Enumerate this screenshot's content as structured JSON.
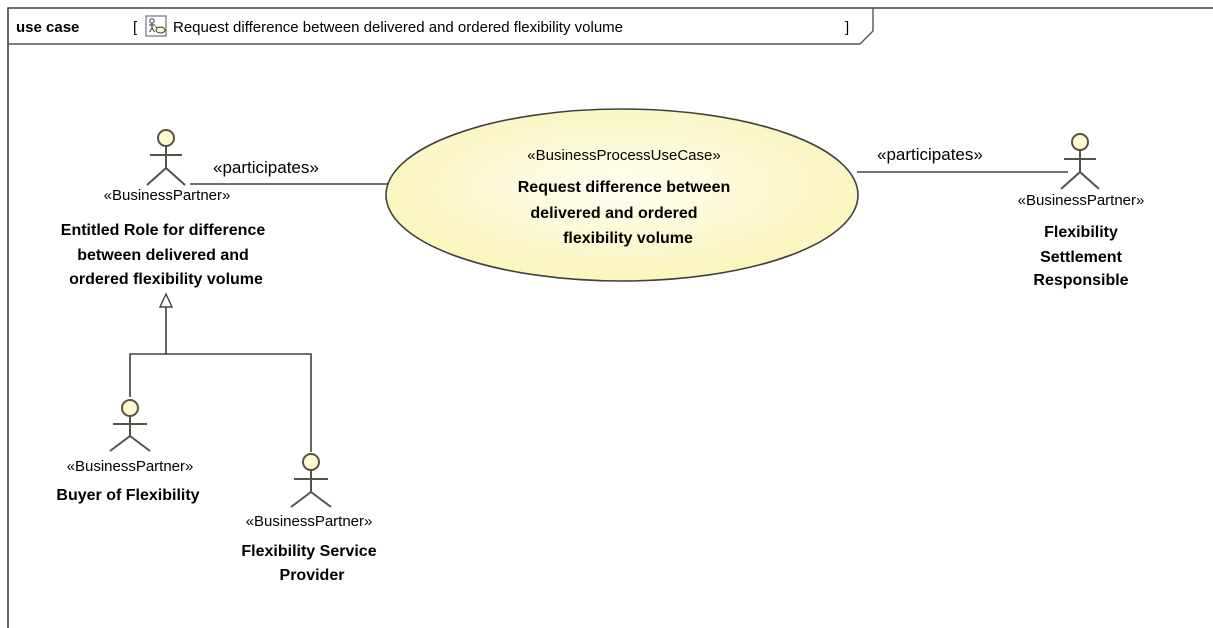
{
  "frame": {
    "keyword": "use case",
    "open_bracket": "[",
    "title": "Request difference between delivered and ordered flexibility volume",
    "close_bracket": "]",
    "icon": "use-case-diagram-icon"
  },
  "use_case": {
    "stereotype": "«BusinessProcessUseCase»",
    "name_lines": [
      "Request difference between",
      "delivered and ordered",
      "flexibility volume"
    ],
    "fill": "#fffacd"
  },
  "actors": {
    "entitled": {
      "stereotype": "«BusinessPartner»",
      "name_lines": [
        "Entitled Role for difference",
        "between delivered and",
        "ordered flexibility volume"
      ]
    },
    "settlement": {
      "stereotype": "«BusinessPartner»",
      "name_lines": [
        "Flexibility",
        "Settlement",
        "Responsible"
      ]
    },
    "buyer": {
      "stereotype": "«BusinessPartner»",
      "name_lines": [
        "Buyer of Flexibility"
      ]
    },
    "provider": {
      "stereotype": "«BusinessPartner»",
      "name_lines": [
        "Flexibility Service",
        "Provider"
      ]
    }
  },
  "associations": {
    "left_label": "«participates»",
    "right_label": "«participates»"
  },
  "colors": {
    "actor_head": "#fffacd",
    "ellipse_fill": "#fffacd",
    "line": "#404040"
  }
}
